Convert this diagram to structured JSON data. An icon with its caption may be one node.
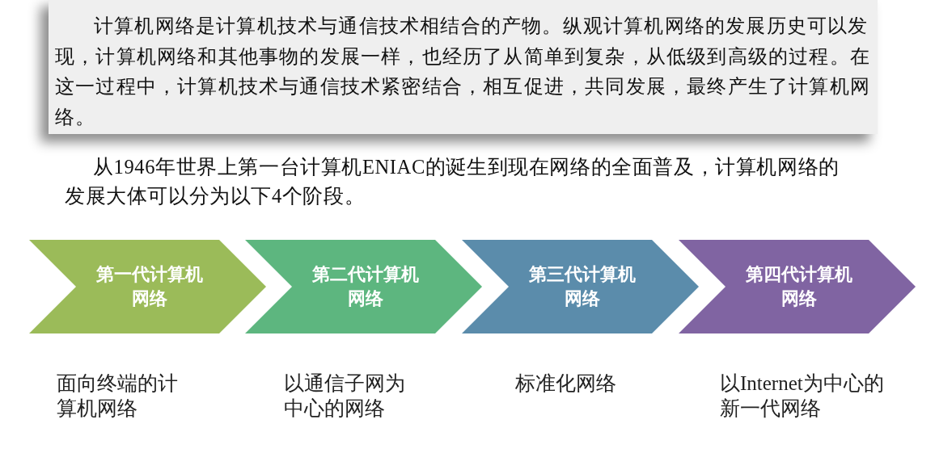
{
  "diagram": {
    "nodes": [
      {
        "text": [
          "计算机网络是计算机技术与通信技术相结合的产物。纵观计算机网络的发展历史可以发现，计算机网络和其他事物的发展一样，也经历了从简单到复杂，从低级到高级的过程。在这一过程中，计算机技术与通信技术紧密结合，相互促进，共同发展，最终产生了计算机网络。"
        ]
      },
      {
        "text": [
          "第一代计算机网络"
        ],
        "beside": [
          "面向终端的计算机网络"
        ]
      },
      {
        "text": [
          "第二代计算机网络"
        ],
        "beside": [
          "以通信子网为中心的网络"
        ]
      },
      {
        "text": [
          "第三代计算机网络"
        ],
        "beside": [
          "标准化网络"
        ]
      },
      {
        "text": [
          "第四代计算机网络"
        ],
        "beside": [
          "以Internet为中心的新一代网络"
        ]
      }
    ],
    "labels": [
      "从1946年世界上第一台计算机ENIAC的诞生到现在网络的全面普及，计算机网络的发展大体可以分为以下4个阶段。"
    ]
  }
}
